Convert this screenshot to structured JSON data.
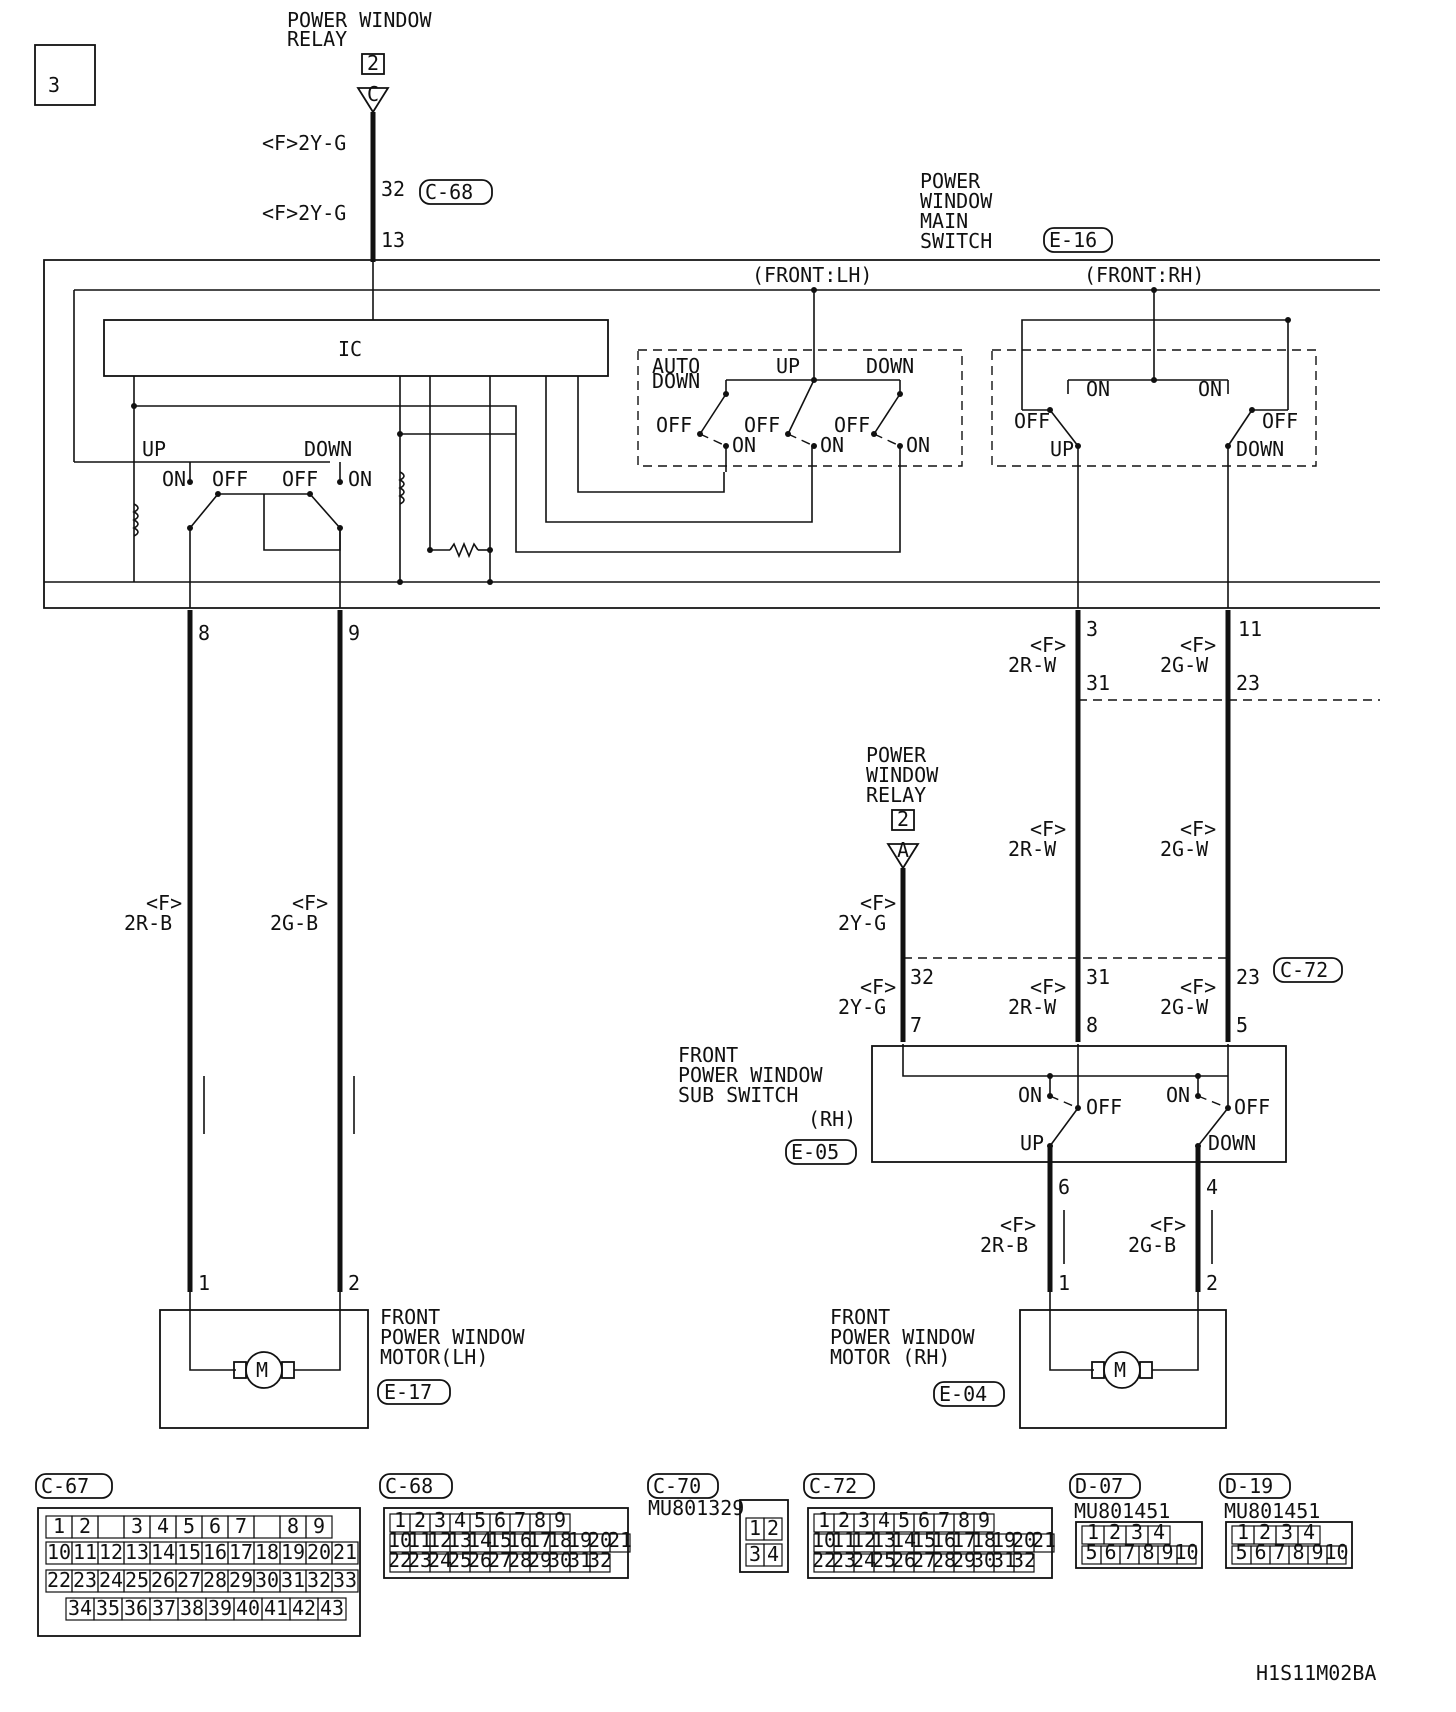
{
  "sheet": {
    "number": "3",
    "code": "H1S11M02BA"
  },
  "relay_top": {
    "name_line1": "POWER WINDOW",
    "name_line2": "RELAY",
    "ref": "2",
    "terminal": "C"
  },
  "relay_mid": {
    "name_line1": "POWER",
    "name_line2": "WINDOW",
    "name_line3": "RELAY",
    "ref": "2",
    "terminal": "A"
  },
  "main_switch": {
    "line1": "POWER",
    "line2": "WINDOW",
    "line3": "MAIN",
    "line4": "SWITCH",
    "connector": "E-16",
    "front_lh": "(FRONT:LH)",
    "front_rh": "(FRONT:RH)",
    "ic": "IC",
    "auto_down_1": "AUTO",
    "auto_down_2": "DOWN",
    "up": "UP",
    "down": "DOWN",
    "on": "ON",
    "off": "OFF"
  },
  "wires": {
    "f": "<F>",
    "fp": "(F)",
    "top1": "<F>2Y-G",
    "top2": "<F>2Y-G",
    "y_g": "2Y-G",
    "r_w": "2R-W",
    "g_w": "2G-W",
    "r_b": "2R-B",
    "g_b": "2G-B"
  },
  "connectors": {
    "c68": "C-68",
    "c72": "C-72",
    "c67": "C-67",
    "c70": "C-70",
    "d07": "D-07",
    "d19": "D-19"
  },
  "pins": {
    "p32": "32",
    "p13": "13",
    "p8": "8",
    "p9": "9",
    "p3": "3",
    "p11": "11",
    "p31": "31",
    "p23": "23",
    "p7": "7",
    "p5": "5",
    "p6": "6",
    "p4": "4",
    "p1": "1",
    "p2": "2"
  },
  "sub_switch": {
    "line1": "FRONT",
    "line2": "POWER WINDOW",
    "line3": "SUB SWITCH",
    "line4": "(RH)",
    "connector": "E-05"
  },
  "motor_lh": {
    "line1": "FRONT",
    "line2": "POWER WINDOW",
    "line3": "MOTOR(LH)",
    "connector": "E-17",
    "symbol": "M"
  },
  "motor_rh": {
    "line1": "FRONT",
    "line2": "POWER WINDOW",
    "line3": "MOTOR (RH)",
    "connector": "E-04",
    "symbol": "M"
  },
  "part_numbers": {
    "c70": "MU801329",
    "d07": "MU801451",
    "d19": "MU801451"
  },
  "connector_pins": {
    "c67_r1": [
      "1",
      "2",
      "",
      "3",
      "4",
      "5",
      "6",
      "7",
      "",
      "8",
      "9"
    ],
    "c67_r2": [
      "10",
      "11",
      "12",
      "13",
      "14",
      "15",
      "16",
      "17",
      "18",
      "19",
      "20",
      "21"
    ],
    "c67_r3": [
      "22",
      "23",
      "24",
      "25",
      "26",
      "27",
      "28",
      "29",
      "30",
      "31",
      "32",
      "33"
    ],
    "c67_r4": [
      "34",
      "35",
      "36",
      "37",
      "38",
      "39",
      "40",
      "41",
      "42",
      "43"
    ],
    "c68_r1": [
      "1",
      "2",
      "3",
      "4",
      "5",
      "6",
      "7",
      "8",
      "9"
    ],
    "c68_r2": [
      "10",
      "11",
      "12",
      "13",
      "14",
      "15",
      "16",
      "17",
      "18",
      "19",
      "20",
      "21"
    ],
    "c68_r3": [
      "22",
      "23",
      "24",
      "25",
      "26",
      "27",
      "28",
      "29",
      "30",
      "31",
      "32"
    ],
    "c70": [
      "1",
      "2",
      "3",
      "4"
    ],
    "d_r1": [
      "1",
      "2",
      "3",
      "4"
    ],
    "d_r2": [
      "5",
      "6",
      "7",
      "8",
      "9",
      "10"
    ]
  }
}
